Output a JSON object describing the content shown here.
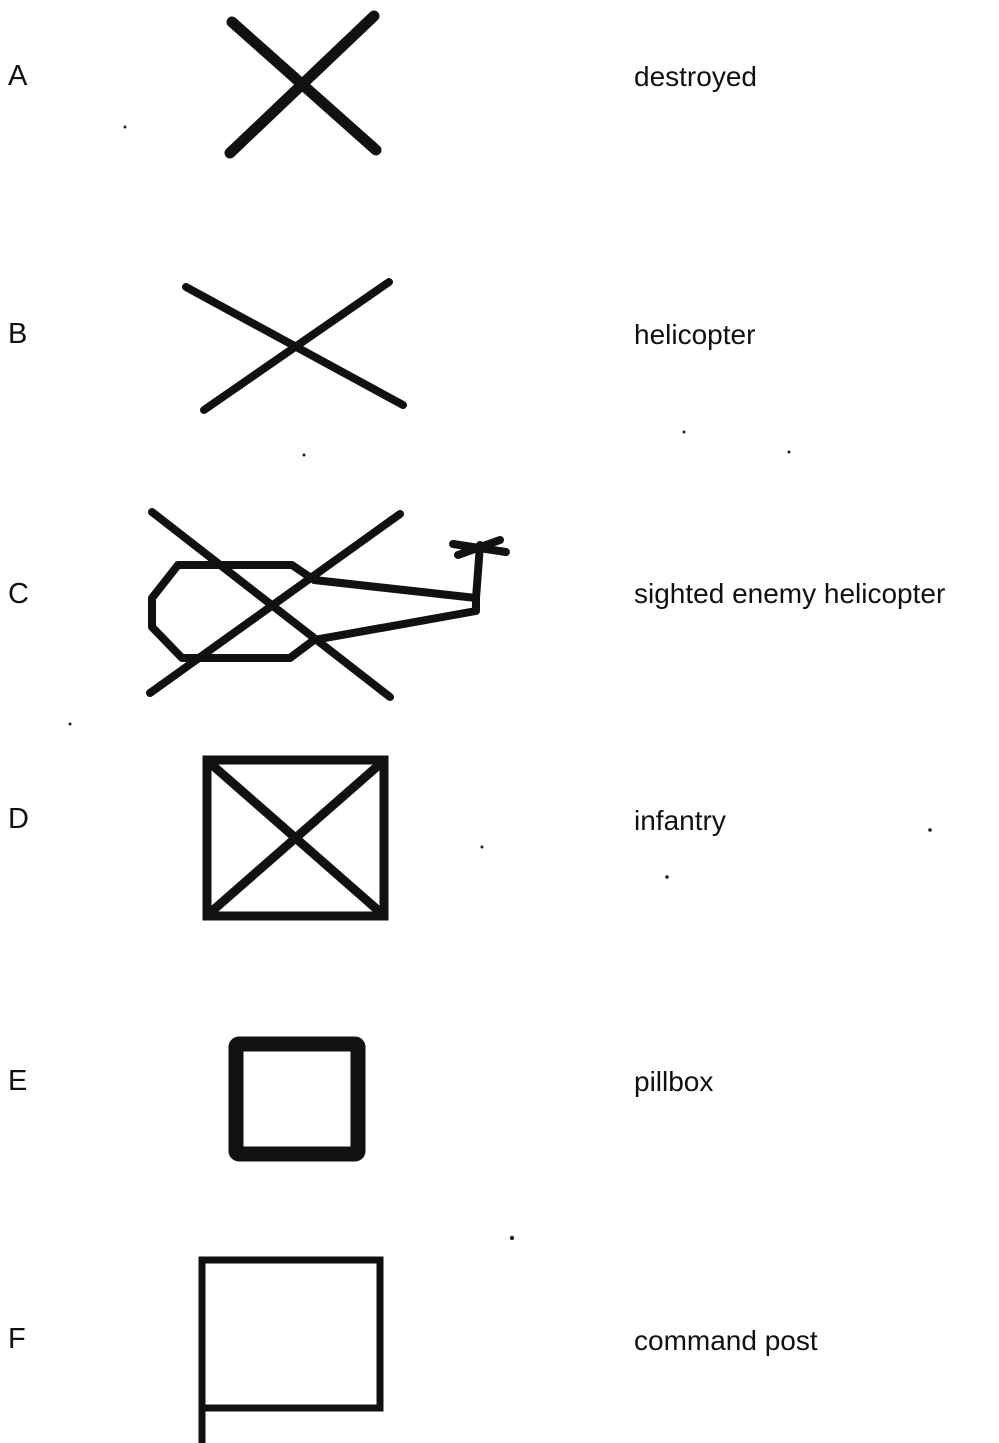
{
  "rows": [
    {
      "letter": "A",
      "description": "destroyed",
      "symbol": "x-mark-icon"
    },
    {
      "letter": "B",
      "description": "helicopter",
      "symbol": "flat-x-icon"
    },
    {
      "letter": "C",
      "description": "sighted enemy helicopter",
      "symbol": "helicopter-crossed-icon"
    },
    {
      "letter": "D",
      "description": "infantry",
      "symbol": "infantry-box-icon"
    },
    {
      "letter": "E",
      "description": "pillbox",
      "symbol": "pillbox-square-icon"
    },
    {
      "letter": "F",
      "description": "command post",
      "symbol": "command-post-flag-icon"
    }
  ],
  "colors": {
    "ink": "#111111",
    "background": "#ffffff"
  }
}
